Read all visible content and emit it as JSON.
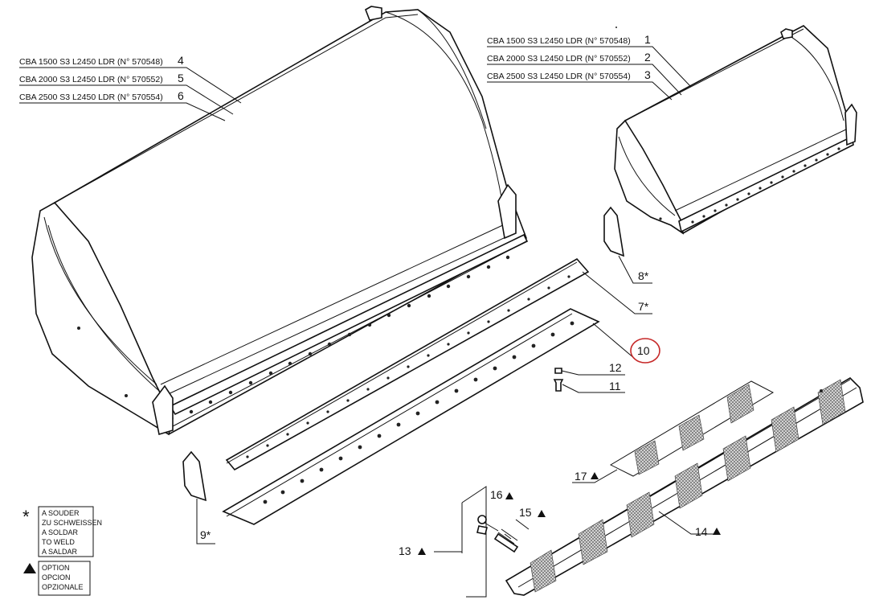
{
  "left_bucket": {
    "labels": [
      {
        "text": "CBA 1500 S3 L2450 LDR (N° 570548)",
        "num": "4"
      },
      {
        "text": "CBA 2000 S3 L2450 LDR (N° 570552)",
        "num": "5"
      },
      {
        "text": "CBA 2500 S3 L2450 LDR (N° 570554)",
        "num": "6"
      }
    ]
  },
  "right_bucket": {
    "labels": [
      {
        "text": "CBA 1500 S3 L2450 LDR (N° 570548)",
        "num": "1"
      },
      {
        "text": "CBA 2000 S3 L2450 LDR (N° 570552)",
        "num": "2"
      },
      {
        "text": "CBA 2500 S3 L2450 LDR (N° 570554)",
        "num": "3"
      }
    ]
  },
  "parts": {
    "p7": "7*",
    "p8": "8*",
    "p9": "9*",
    "p10": "10",
    "p11": "11",
    "p12": "12",
    "p13": "13",
    "p14": "14",
    "p15": "15",
    "p16": "16",
    "p17": "17"
  },
  "highlight_color": "#c62828",
  "legend": {
    "weld_symbol": "*",
    "weld_lines": [
      "A SOUDER",
      "ZU SCHWEISSEN",
      "A SOLDAR",
      "TO WELD",
      "A SALDAR"
    ],
    "option_lines": [
      "OPTION",
      "OPCION",
      "OPZIONALE"
    ]
  }
}
